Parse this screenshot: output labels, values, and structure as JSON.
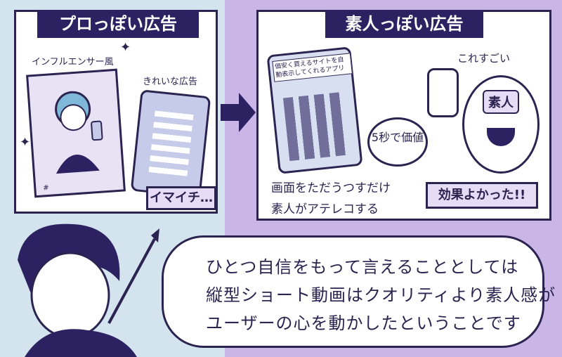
{
  "left_panel": {
    "title": "プロっぽい広告",
    "influencer_label": "インフルエンサー風",
    "clean_ad_label": "きれいな広告",
    "verdict": "イマイチ…"
  },
  "right_panel": {
    "title": "素人っぽい広告",
    "screen_note": "価安く買えるサイトを自動表示してくれるアプリ",
    "five_sec_bubble": "5秒で価値",
    "exclaim": "これすごい",
    "amateur_label": "素人",
    "bullets": [
      "画面をただうつすだけ",
      "素人がアテレコする"
    ],
    "result": "効果よかった!!"
  },
  "speech": {
    "lines": [
      "ひとつ自信をもって言えることとしては",
      "縦型ショート動画はクオリティより素人感が",
      "ユーザーの心を動かしたということです"
    ]
  },
  "colors": {
    "navy": "#2d2261",
    "lavender": "#c9b6e6",
    "sky": "#d4e4ef"
  }
}
